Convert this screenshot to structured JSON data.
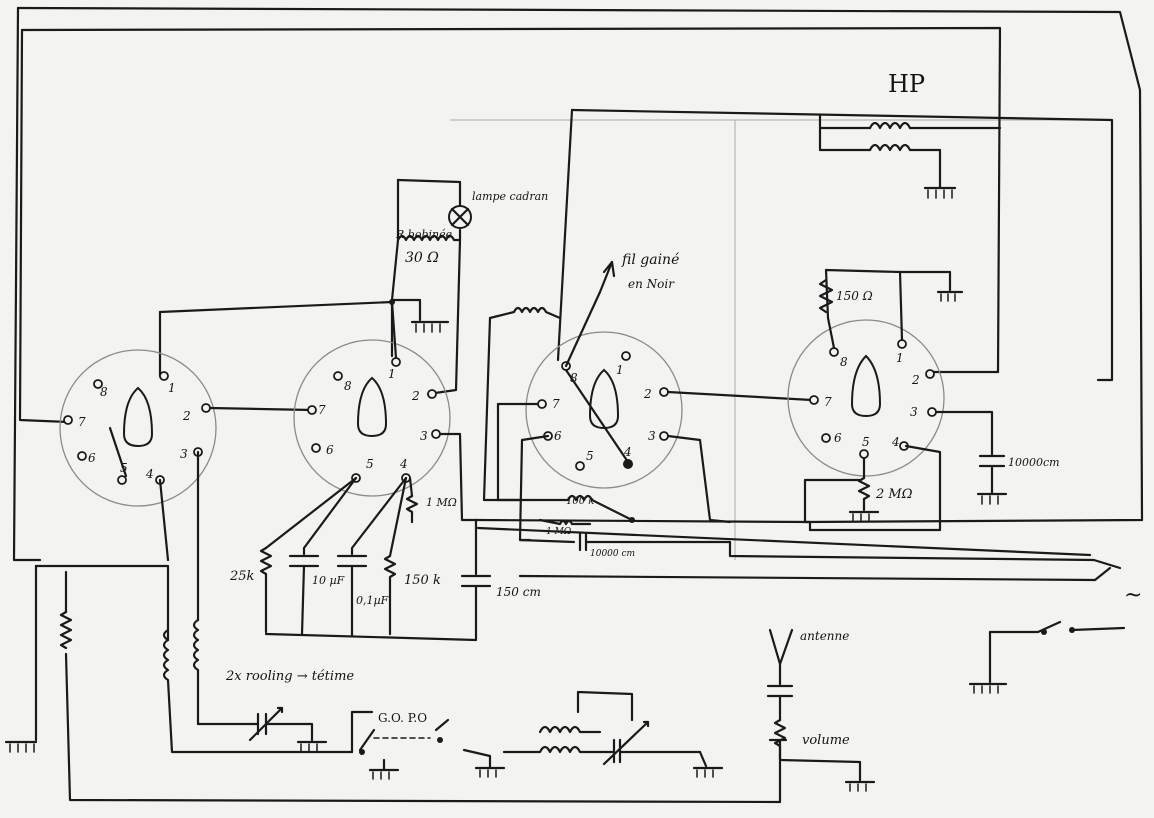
{
  "colors": {
    "paper": "#f3f3f1",
    "ink": "#1a1a1a",
    "faint": "#b7b7b4"
  },
  "labels": {
    "speaker": "HP",
    "lamp": "lampe cadran",
    "coil_resistor": "R bobinée",
    "coil_resistor_value": "30 Ω",
    "wire_note_1": "fil gainé",
    "wire_note_2": "en Noir",
    "r_150": "150 Ω",
    "c_10000": "10000cm",
    "r_2m": "2 MΩ",
    "r_100k": "100 k",
    "r_1m_small": "1 MΩ",
    "c_10000_small": "10000 cm",
    "r_1m": "1 MΩ",
    "r_25k": "25k",
    "c_10uf": "10 µF",
    "c_01uf": "0,1µF",
    "r_150k": "150 k",
    "c_150": "150 cm",
    "antenna": "antenne",
    "volume": "volume",
    "switch_label": "G.O. P.O",
    "mains": "~",
    "coil_note": "2x rooling → tétime"
  },
  "tubes": [
    {
      "name": "tube-1",
      "pins": [
        "1",
        "2",
        "3",
        "4",
        "5",
        "6",
        "7",
        "8"
      ]
    },
    {
      "name": "tube-2",
      "pins": [
        "1",
        "2",
        "3",
        "4",
        "5",
        "6",
        "7",
        "8"
      ]
    },
    {
      "name": "tube-3",
      "pins": [
        "1",
        "2",
        "3",
        "4",
        "5",
        "6",
        "7",
        "8"
      ]
    },
    {
      "name": "tube-4",
      "pins": [
        "1",
        "2",
        "3",
        "4",
        "5",
        "6",
        "7",
        "8"
      ]
    }
  ]
}
